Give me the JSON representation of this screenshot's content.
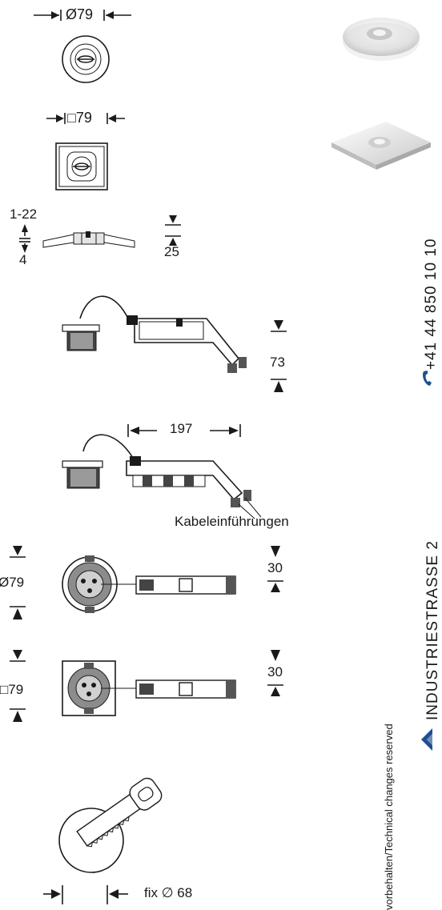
{
  "dimensions": {
    "round_top": "Ø79",
    "square_top": "□79",
    "thickness_range": "1-22",
    "thickness_min": "4",
    "height_flat": "25",
    "height_side": "73",
    "length": "197",
    "cable_entries": "Kabeleinführungen",
    "round_body_dia": "Ø79",
    "round_body_width": "30",
    "square_body_size": "□79",
    "square_body_width": "30",
    "cutout": "fix ∅ 68"
  },
  "sidebar": {
    "phone": "+41 44 850 10 10",
    "address": "INDUSTRIESTRASSE 2",
    "disclaimer": "vorbehalten/Technical changes reserved"
  },
  "colors": {
    "line": "#1a1a1a",
    "brand_blue": "#1f4f8f"
  }
}
